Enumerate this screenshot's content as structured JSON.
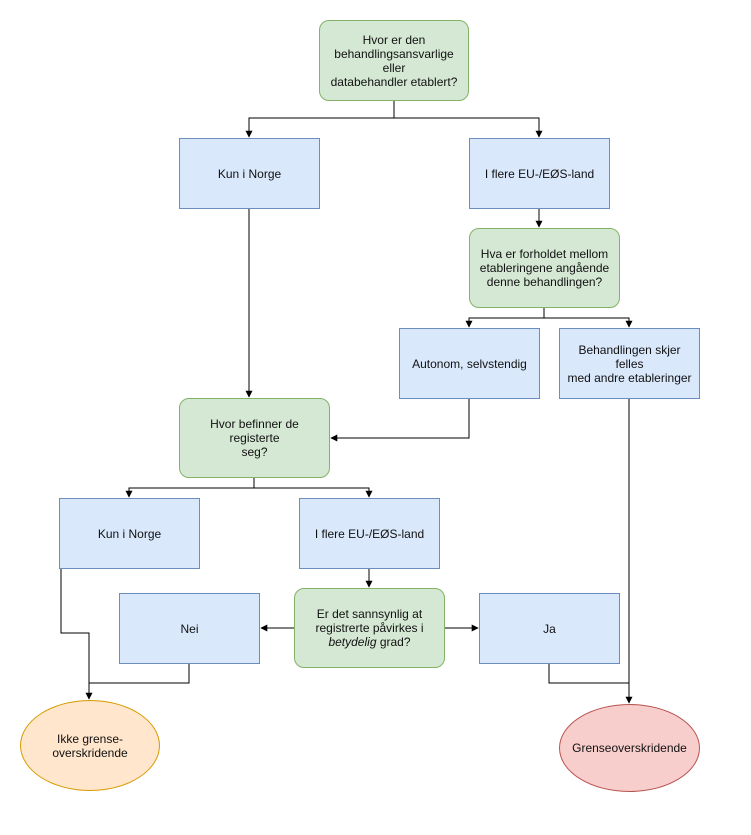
{
  "nodes": {
    "q1": {
      "line1": "Hvor er den",
      "line2": "behandlingsansvarlige eller",
      "line3": "databehandler etablert?"
    },
    "kun_norge_1": "Kun i Norge",
    "flere_eu_1": "I flere EU-/EØS-land",
    "q2": {
      "line1": "Hva er forholdet mellom",
      "line2": "etableringene angående",
      "line3": "denne behandlingen?"
    },
    "autonom": "Autonom, selvstendig",
    "felles": {
      "line1": "Behandlingen skjer felles",
      "line2": "med andre etableringer"
    },
    "q3": {
      "line1": "Hvor befinner de registerte",
      "line2": "seg?"
    },
    "kun_norge_2": "Kun i Norge",
    "flere_eu_2": "I flere EU-/EØS-land",
    "q4": {
      "line1": "Er det sannsynlig at",
      "line2": "registrerte påvirkes i",
      "line3_em": "betydelig",
      "line3_rest": " grad?"
    },
    "nei": "Nei",
    "ja": "Ja",
    "ikke_grense": {
      "line1": "Ikke grense-",
      "line2": "overskridende"
    },
    "grense": "Grenseoverskridende"
  },
  "colors": {
    "process_fill": "#dae8fc",
    "process_stroke": "#6c8ebf",
    "decision_fill": "#d5e8d4",
    "decision_stroke": "#82b366",
    "end_no_fill": "#ffe6cc",
    "end_no_stroke": "#d79b00",
    "end_yes_fill": "#f8cecc",
    "end_yes_stroke": "#b85450",
    "connector": "#000000"
  }
}
